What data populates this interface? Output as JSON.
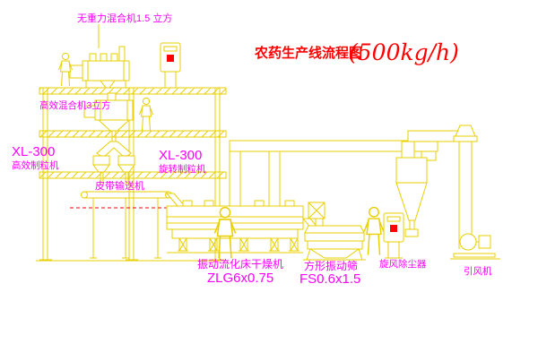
{
  "title": {
    "name": "农药生产线流程图",
    "capacity": "(500kg/h)"
  },
  "labels": {
    "top_mixer": "无重力混合机1.5 立方",
    "high_efficiency_mixer": "高效混合机3立方",
    "granulator_left_model": "XL-300",
    "granulator_left_name": "高效制粒机",
    "granulator_center_model": "XL-300",
    "granulator_center_name": "旋转制粒机",
    "belt_conveyor": "皮带输送机",
    "fluid_bed_dryer": "振动流化床干燥机",
    "fluid_bed_dryer_model": "ZLG6x0.75",
    "vibrating_screen": "方形振动筛",
    "vibrating_screen_model": "FS0.6x1.5",
    "cyclone_dust_collector": "旋风除尘器",
    "induced_draft_fan": "引风机"
  },
  "colors": {
    "line": "#e8cf00",
    "label": "#ff00ff",
    "title": "#ff0000",
    "marker": "#ff0000",
    "background": "#ffffff"
  }
}
